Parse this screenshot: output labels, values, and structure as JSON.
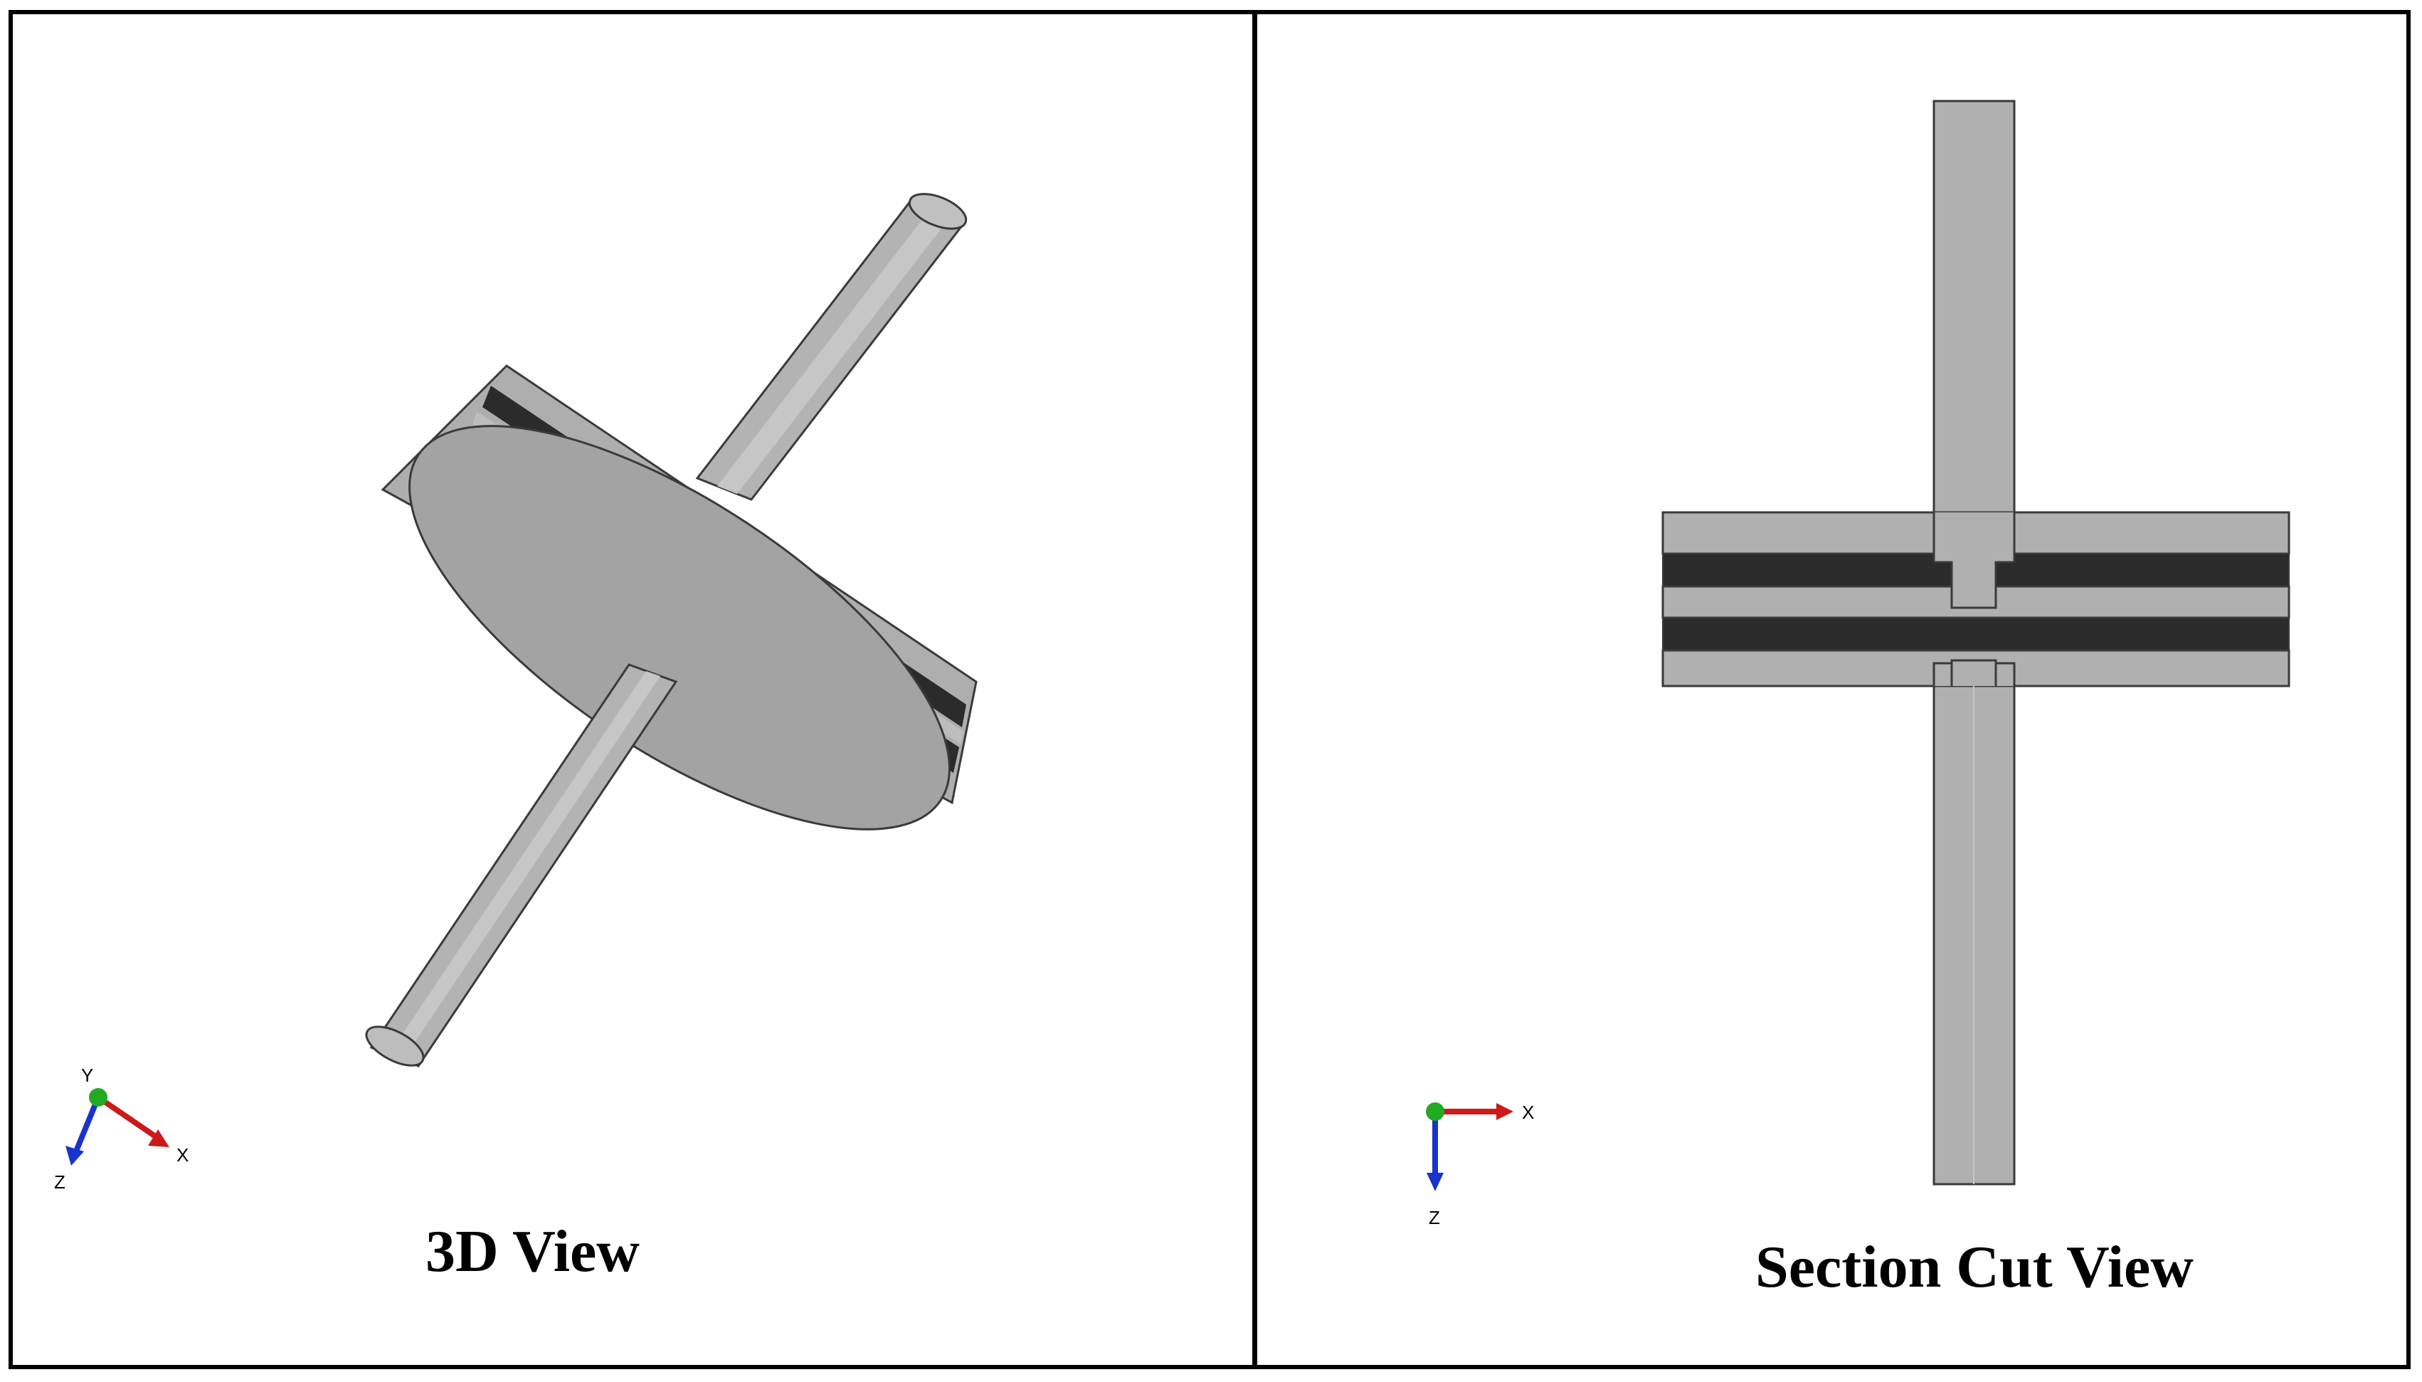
{
  "views": {
    "left": {
      "caption": "3D View",
      "triad": {
        "axis_y": "Y",
        "axis_x": "X",
        "axis_z": "Z"
      }
    },
    "right": {
      "caption": "Section Cut View",
      "triad": {
        "axis_x": "X",
        "axis_z": "Z"
      }
    }
  },
  "colors": {
    "light_part": "#b0b0b0",
    "dark_layer": "#2b2b2b",
    "outline": "#3a3a3a",
    "axis_x": "#cc1a1a",
    "axis_y": "#22aa22",
    "axis_z": "#1a33cc",
    "frame": "#000000"
  }
}
